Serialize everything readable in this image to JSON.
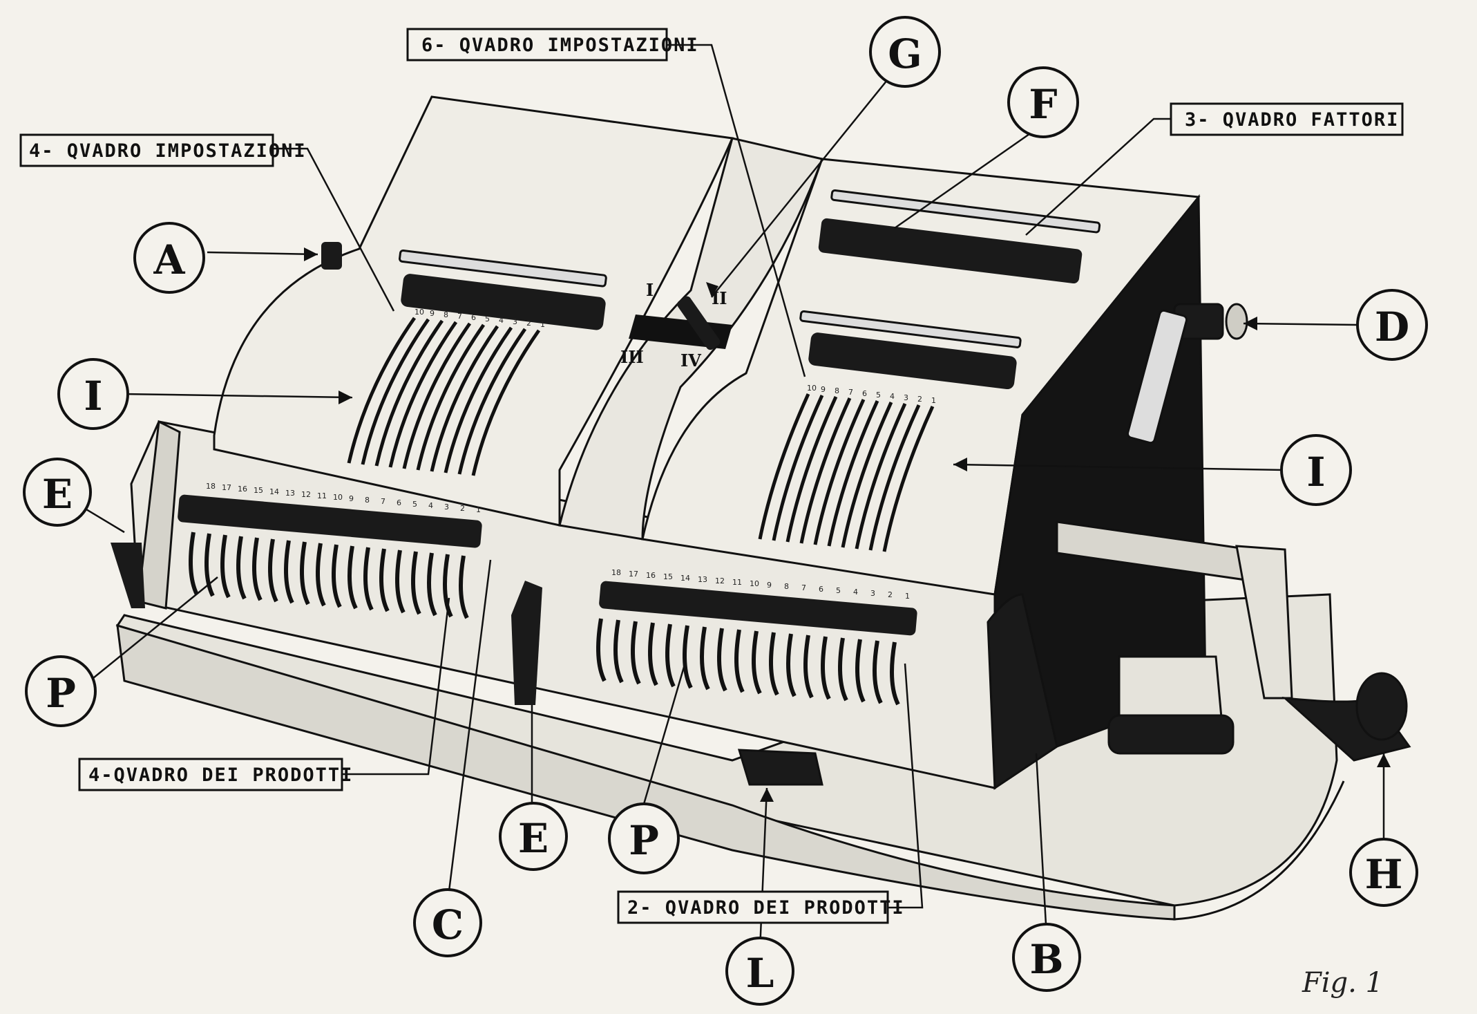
{
  "panel_labels": {
    "quadro_impostazioni_6": "6- QVADRO IMPOSTAZIONI",
    "quadro_impostazioni_4": "4- QVADRO IMPOSTAZIONI",
    "quadro_fattori_3": "3- QVADRO FATTORI",
    "quadro_prodotti_4": "4-QVADRO DEI PRODOTTI",
    "quadro_prodotti_2": "2- QVADRO DEI PRODOTTI"
  },
  "callouts": {
    "a": "A",
    "b": "B",
    "c": "C",
    "d": "D",
    "e_left": "E",
    "e_bottom": "E",
    "f": "F",
    "g": "G",
    "h": "H",
    "i_left": "I",
    "i_right": "I",
    "l": "L",
    "p_left": "P",
    "p_bottom": "P"
  },
  "selector_positions": [
    "I",
    "II",
    "III",
    "IV"
  ],
  "register_digits": [
    "18",
    "17",
    "16",
    "15",
    "14",
    "13",
    "12",
    "11",
    "10",
    "9",
    "8",
    "7",
    "6",
    "5",
    "4",
    "3",
    "2",
    "1"
  ],
  "lever_digits": [
    "10",
    "9",
    "8",
    "7",
    "6",
    "5",
    "4",
    "3",
    "2",
    "1"
  ],
  "figure_caption": "Fig. 1",
  "colors": {
    "paper": "#f4f2ec",
    "ink": "#111111",
    "body_fill": "#e8e6df",
    "shadow": "#1a1a1a"
  }
}
